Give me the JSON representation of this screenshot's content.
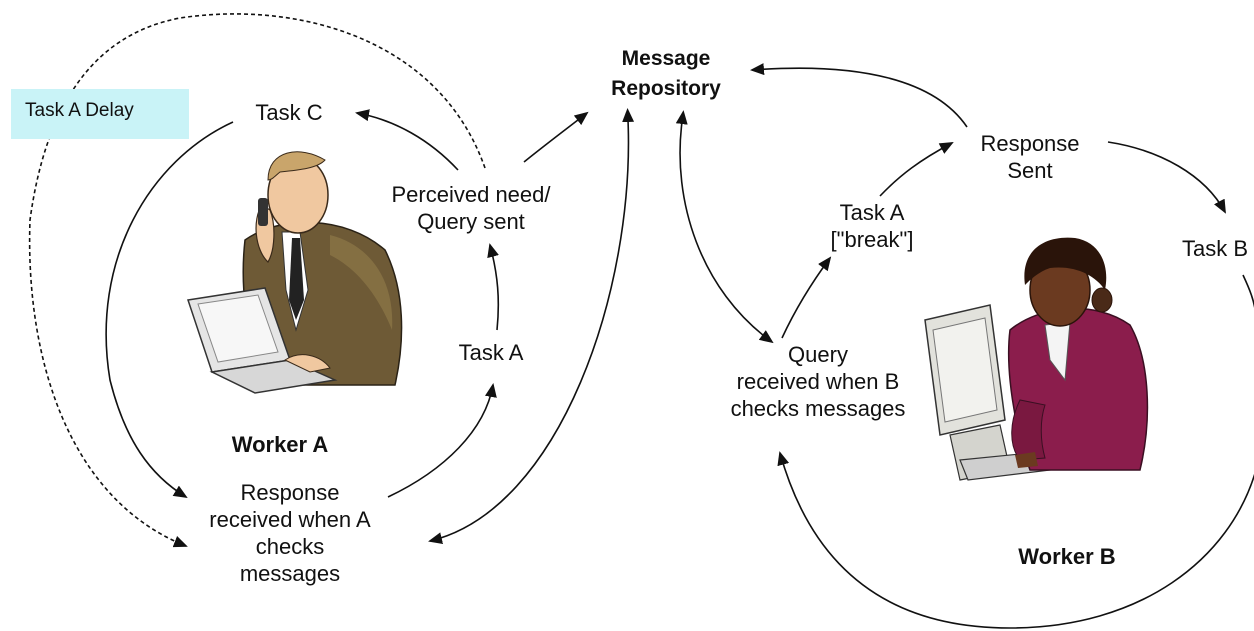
{
  "labels": {
    "message_repository": [
      "Message",
      "Repository"
    ],
    "task_a_delay": "Task A Delay",
    "task_c": "Task C",
    "perceived_need": [
      "Perceived need/",
      "Query sent"
    ],
    "task_a_left": "Task A",
    "worker_a": "Worker A",
    "response_received": [
      "Response",
      "received when A",
      "checks",
      "messages"
    ],
    "response_sent": [
      "Response",
      "Sent"
    ],
    "task_a_break": [
      "Task A",
      "[\"break\"]"
    ],
    "task_b": "Task B",
    "query_received": [
      "Query",
      "received when B",
      "checks messages"
    ],
    "worker_b": "Worker B"
  },
  "colors": {
    "delay_box": "#c9f3f7",
    "worker_a_suit": "#6e5a36",
    "worker_b_jacket": "#8b1d4c",
    "skin_a": "#f0c8a0",
    "skin_b": "#6b3a20"
  },
  "icons": [
    "worker-a-illustration",
    "worker-b-illustration"
  ]
}
